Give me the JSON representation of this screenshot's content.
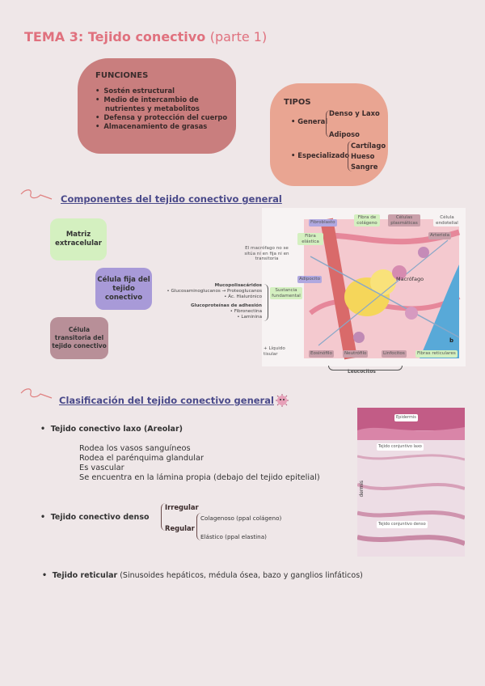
{
  "title": {
    "main": "TEMA 3: Tejido conectivo",
    "sub": "(parte 1)"
  },
  "funciones": {
    "heading": "FUNCIONES",
    "items": [
      "Sostén estructural",
      "Medio de intercambio de",
      "nutrientes y metabolitos",
      "Defensa y protección del cuerpo",
      "Almacenamiento de grasas"
    ]
  },
  "tipos": {
    "heading": "TIPOS",
    "general": {
      "label": "General",
      "sub": [
        "Denso y Laxo",
        "Adiposo"
      ]
    },
    "especializado": {
      "label": "Especializado",
      "sub": [
        "Cartílago",
        "Hueso",
        "Sangre"
      ]
    }
  },
  "componentes": {
    "heading": "Componentes del tejido conectivo general",
    "matriz": "Matriz extracelular",
    "celula_fija": "Célula fija del tejido conectivo",
    "celula_transitoria": "Célula transitoria del tejido conectivo",
    "colors": {
      "matriz": "#d4f0c0",
      "fija": "#a89ad8",
      "transitoria": "#b88f98"
    }
  },
  "diagrama": {
    "labels": {
      "fibroblasto": "Fibroblasto",
      "fibra_colageno": "Fibra de colágeno",
      "celulas_plasmaticas": "Células plasmáticas",
      "celula_endotelial": "Célula endotelial",
      "fibra_elastica": "Fibra elástica",
      "macrofago_note": "El macrófago no se sitúa ni en fija ni en transitoria",
      "adipocito": "Adipocito",
      "sustancia": "Sustancia fundamental",
      "macrofago": "Macrófago",
      "mucopolisacaridos": "Mucopolisacáridos",
      "gluco_line": "• Glucosaminoglucanos → Proteoglucanos",
      "ac_line": "• Ác. Hialurónico",
      "glicoproteinas": "Glucoproteínas de adhesión",
      "fibronectina": "• Fibronectina",
      "laminina": "• Laminina",
      "liquido": "Líquido tisular",
      "eosinofilo": "Eosinófilo",
      "neutrofilo": "Neutrófilo",
      "linfocitos": "Linfocitos",
      "fibras_reticulares": "Fibras reticulares",
      "leucocitos": "Leucocitos",
      "arteriola": "Arteriola",
      "b": "b"
    }
  },
  "clasificacion": {
    "heading": "Clasificación del tejido conectivo general",
    "laxo": {
      "title": "Tejido conectivo laxo (Areolar)",
      "lines": [
        "Rodea los vasos sanguíneos",
        "Rodea el parénquima glandular",
        "Es vascular",
        "Se encuentra en la lámina propia (debajo del tejido epitelial)"
      ]
    },
    "denso": {
      "title": "Tejido conectivo denso",
      "irregular": "Irregular",
      "regular": "Regular",
      "colagenoso": "Colagenoso (ppal colágeno)",
      "elastico": "Elástico (ppal elastina)"
    },
    "reticular": {
      "title": "Tejido reticular",
      "detail": "(Sinusoides hepáticos, médula ósea, bazo y ganglios linfáticos)"
    },
    "micro": {
      "epidermis": "Epidermis",
      "laxo": "Tejido conjuntivo laxo",
      "denso": "Tejido conjuntivo denso",
      "dermis": "dermis"
    }
  }
}
